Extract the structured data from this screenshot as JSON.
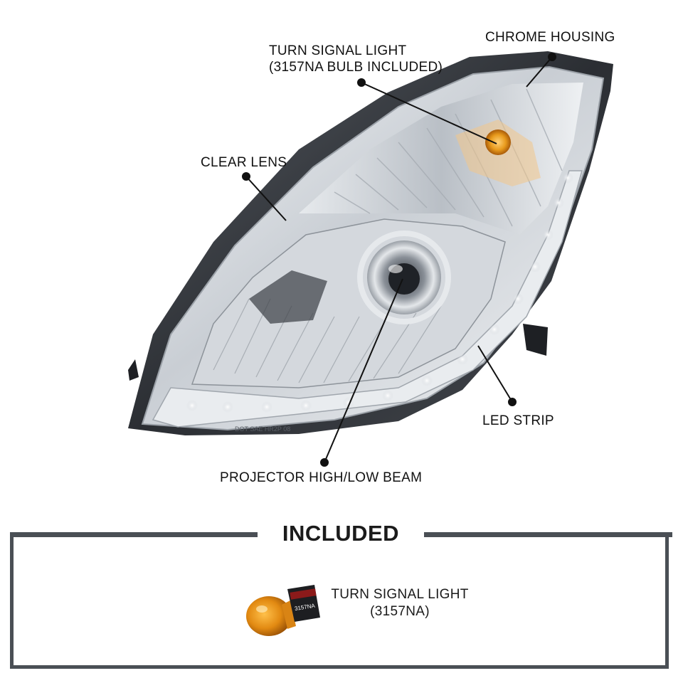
{
  "callouts": {
    "turn_signal_line1": "TURN SIGNAL LIGHT",
    "turn_signal_line2": "(3157NA BULB INCLUDED)",
    "chrome_housing": "CHROME HOUSING",
    "clear_lens": "CLEAR LENS",
    "led_strip": "LED STRIP",
    "projector": "PROJECTOR HIGH/LOW BEAM"
  },
  "lens_marking": "DOT SAE HR2P 08",
  "included": {
    "title": "INCLUDED",
    "item_line1": "TURN SIGNAL LIGHT",
    "item_line2": "(3157NA)",
    "bulb_marking": "3157NA"
  },
  "colors": {
    "frame": "#4a4f55",
    "amber": "#e89a1c",
    "housing_dark": "#2b2e33",
    "chrome": "#d9dde2"
  }
}
